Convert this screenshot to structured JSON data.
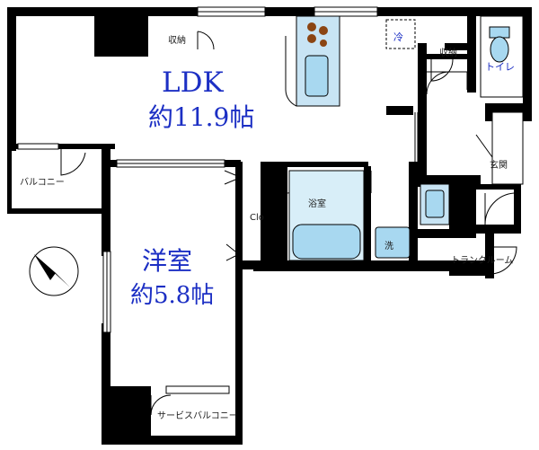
{
  "rooms": {
    "ldk": {
      "name": "LDK",
      "size": "約11.9帖"
    },
    "western": {
      "name": "洋室",
      "size": "約5.8帖"
    },
    "bath": "浴室",
    "washer": "洗",
    "toilet": "トイレ",
    "entrance": "玄関",
    "trunk_room": "トランクルーム"
  },
  "storage": {
    "ldk_closet": "収納",
    "hall_closet": "収納",
    "clo": "Clo"
  },
  "fridge": "冷",
  "balcony": "バルコニー",
  "service_balcony": "サービスバルコニー",
  "colors": {
    "wall": "#000000",
    "label_blue": "#1c2fc4",
    "fixture_fill": "#a8d8f0",
    "fixture_light": "#d8eef8",
    "counter_fill": "#c8e4f4",
    "stove_burner": "#8b4513"
  },
  "icons": {
    "compass": "north-arrow-icon"
  }
}
